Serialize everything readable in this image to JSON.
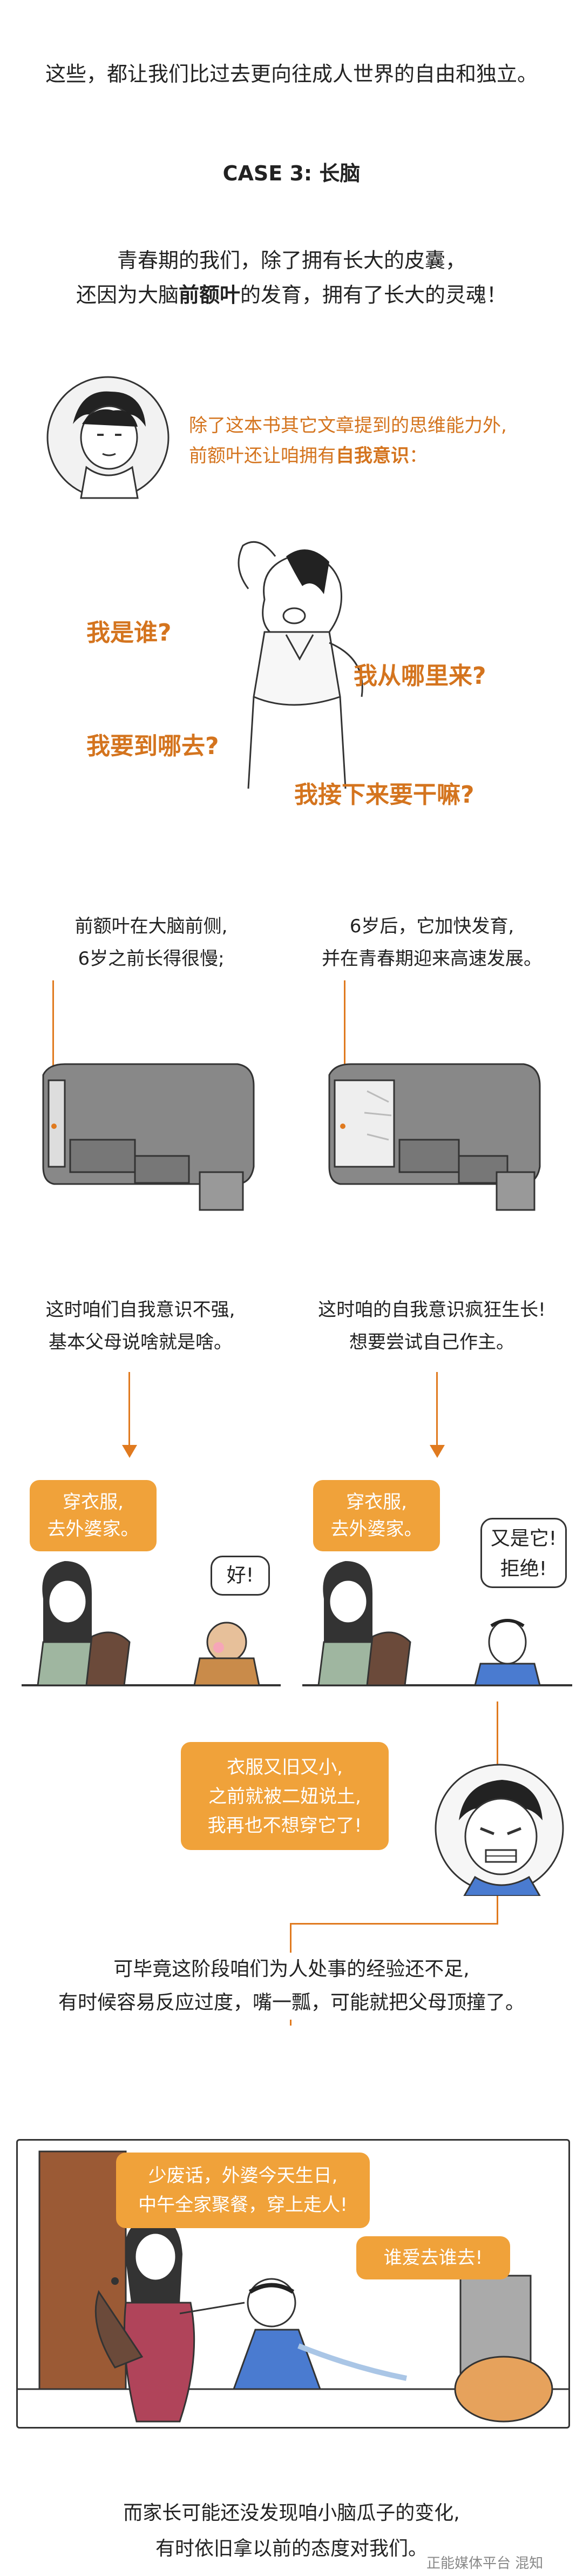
{
  "intro_line": "这些，都让我们比过去更向往成人世界的自由和独立。",
  "case_title": "CASE 3: 长脑",
  "para1": {
    "line1": "青春期的我们，除了拥有长大的皮囊，",
    "line2_pre": "还因为大脑",
    "line2_bold": "前额叶",
    "line2_post": "的发育，拥有了长大的灵魂！"
  },
  "note": {
    "line1": "除了这本书其它文章提到的思维能力外,",
    "line2_pre": "前额叶还让咱拥有",
    "line2_bold": "自我意识",
    "line2_post": "："
  },
  "questions": [
    "我是谁?",
    "我从哪里来?",
    "我要到哪去?",
    "我接下来要干嘛?"
  ],
  "left_col": {
    "top_line1": "前额叶在大脑前侧,",
    "top_line2": "6岁之前长得很慢;",
    "mid_line1": "这时咱们自我意识不强,",
    "mid_line2": "基本父母说啥就是啥。",
    "bubble_mom": "穿衣服,\n去外婆家。",
    "bubble_kid": "好!"
  },
  "right_col": {
    "top_line1": "6岁后，它加快发育,",
    "top_line2": "并在青春期迎来高速发展。",
    "mid_line1": "这时咱的自我意识疯狂生长!",
    "mid_line2": "想要尝试自己作主。",
    "bubble_mom": "穿衣服,\n去外婆家。",
    "bubble_kid": "又是它!\n拒绝!"
  },
  "angry_bubble": "衣服又旧又小,\n之前就被二妞说土,\n我再也不想穿它了!",
  "para2": {
    "line1": "可毕竟这阶段咱们为人处事的经验还不足,",
    "line2": "有时候容易反应过度，嘴一瓢，可能就把父母顶撞了。"
  },
  "scene": {
    "mom_bubble": "少废话，外婆今天生日,\n中午全家聚餐，穿上走人!",
    "kid_bubble": "谁爱去谁去!"
  },
  "outro": {
    "line1": "而家长可能还没发现咱小脑瓜子的变化,",
    "line2": "有时依旧拿以前的态度对我们。"
  },
  "watermark": "正能媒体平台 混知",
  "colors": {
    "accent": "#e07a1f",
    "bubble": "#f0a23a",
    "text": "#222222"
  }
}
